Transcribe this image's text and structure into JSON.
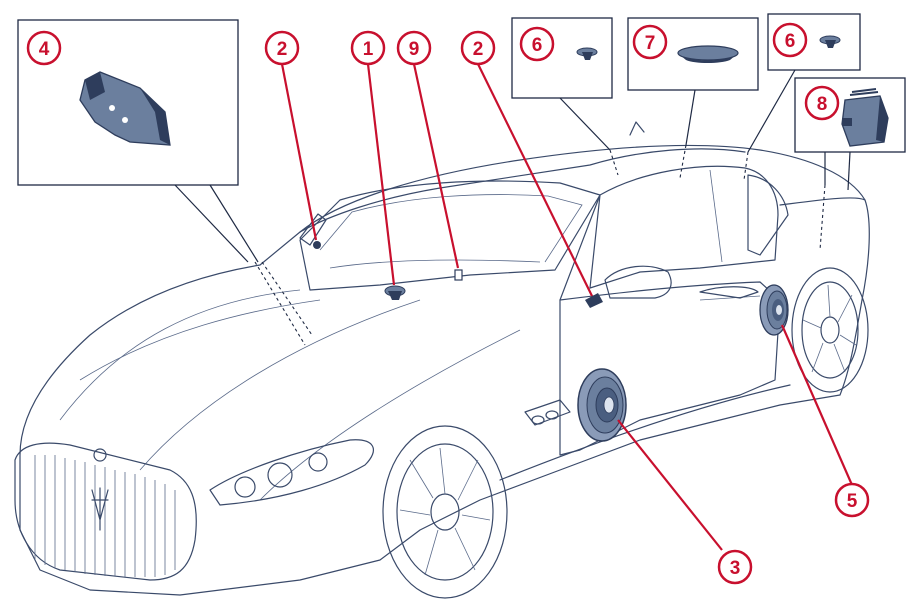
{
  "callouts": [
    {
      "id": "callout-1",
      "label": "1"
    },
    {
      "id": "callout-2a",
      "label": "2"
    },
    {
      "id": "callout-2b",
      "label": "2"
    },
    {
      "id": "callout-3",
      "label": "3"
    },
    {
      "id": "callout-4",
      "label": "4"
    },
    {
      "id": "callout-5",
      "label": "5"
    },
    {
      "id": "callout-6a",
      "label": "6"
    },
    {
      "id": "callout-6b",
      "label": "6"
    },
    {
      "id": "callout-7",
      "label": "7"
    },
    {
      "id": "callout-8",
      "label": "8"
    },
    {
      "id": "callout-9",
      "label": "9"
    }
  ],
  "colors": {
    "callout": "#c8102e",
    "line": "#1f2a44",
    "component_fill": "#6b7f9e",
    "component_dark": "#2e3d5c"
  },
  "icons": {
    "dashboard_speaker": "tweeter-icon",
    "door_speaker": "woofer-icon",
    "amplifier": "amplifier-icon",
    "roof_speaker": "roof-speaker-icon",
    "bracket": "bracket-icon"
  }
}
